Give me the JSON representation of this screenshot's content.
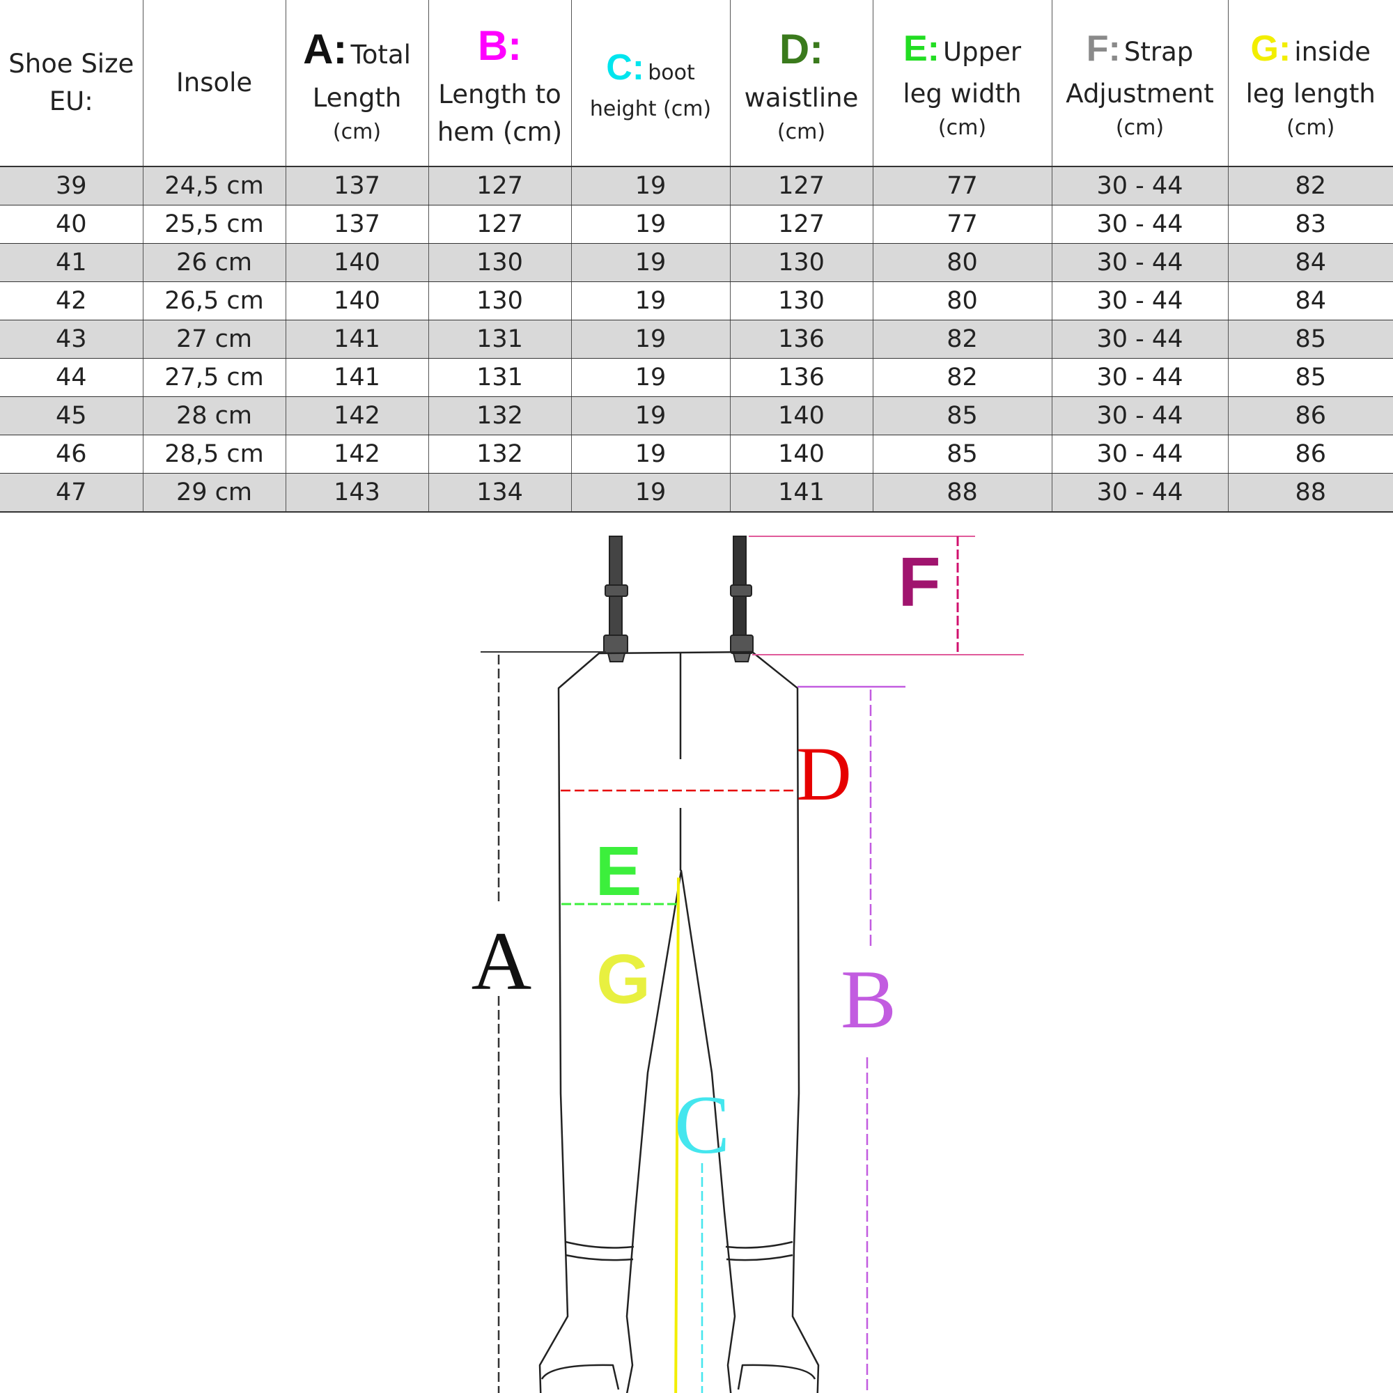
{
  "table": {
    "headers": [
      {
        "letter": "",
        "line1": "Shoe Size",
        "line2": "EU:",
        "line3": ""
      },
      {
        "letter": "",
        "line1": "Insole",
        "line2": "",
        "line3": ""
      },
      {
        "letter": "A:",
        "line1": "Total",
        "line2": "Length",
        "line3": "(cm)"
      },
      {
        "letter": "B:",
        "line1": "",
        "line2": "Length to",
        "line3": "hem (cm)"
      },
      {
        "letter": "C:",
        "line1": "boot",
        "line2": "height (cm)",
        "line3": ""
      },
      {
        "letter": "D:",
        "line1": "",
        "line2": "waistline",
        "line3": "(cm)"
      },
      {
        "letter": "E:",
        "line1": "Upper",
        "line2": "leg width",
        "line3": "(cm)"
      },
      {
        "letter": "F:",
        "line1": "Strap",
        "line2": "Adjustment",
        "line3": "(cm)"
      },
      {
        "letter": "G:",
        "line1": "inside",
        "line2": "leg length",
        "line3": "(cm)"
      }
    ],
    "rows": [
      [
        "39",
        "24,5 cm",
        "137",
        "127",
        "19",
        "127",
        "77",
        "30 - 44",
        "82"
      ],
      [
        "40",
        "25,5 cm",
        "137",
        "127",
        "19",
        "127",
        "77",
        "30 - 44",
        "83"
      ],
      [
        "41",
        "26 cm",
        "140",
        "130",
        "19",
        "130",
        "80",
        "30 - 44",
        "84"
      ],
      [
        "42",
        "26,5 cm",
        "140",
        "130",
        "19",
        "130",
        "80",
        "30 - 44",
        "84"
      ],
      [
        "43",
        "27 cm",
        "141",
        "131",
        "19",
        "136",
        "82",
        "30 - 44",
        "85"
      ],
      [
        "44",
        "27,5 cm",
        "141",
        "131",
        "19",
        "136",
        "82",
        "30 - 44",
        "85"
      ],
      [
        "45",
        "28 cm",
        "142",
        "132",
        "19",
        "140",
        "85",
        "30 - 44",
        "86"
      ],
      [
        "46",
        "28,5 cm",
        "142",
        "132",
        "19",
        "140",
        "85",
        "30 - 44",
        "86"
      ],
      [
        "47",
        "29 cm",
        "143",
        "134",
        "19",
        "141",
        "88",
        "30 - 44",
        "88"
      ]
    ]
  },
  "colors": {
    "A": "#111111",
    "B": "#ff00ff",
    "C": "#00e5ee",
    "D": "#3a7a1c",
    "E": "#22dd22",
    "F": "#8a8a8a",
    "G": "#f2ee00",
    "diagram_F": "#a0146e",
    "diagram_D": "#e60000",
    "diagram_E": "#3cef3c",
    "diagram_G": "#e8f040",
    "diagram_C": "#44e6ee",
    "diagram_B": "#c25ce0"
  },
  "diagram": {
    "label_A": "A",
    "label_B": "B",
    "label_C": "C",
    "label_D": "D",
    "label_E": "E",
    "label_F": "F",
    "label_G": "G"
  }
}
